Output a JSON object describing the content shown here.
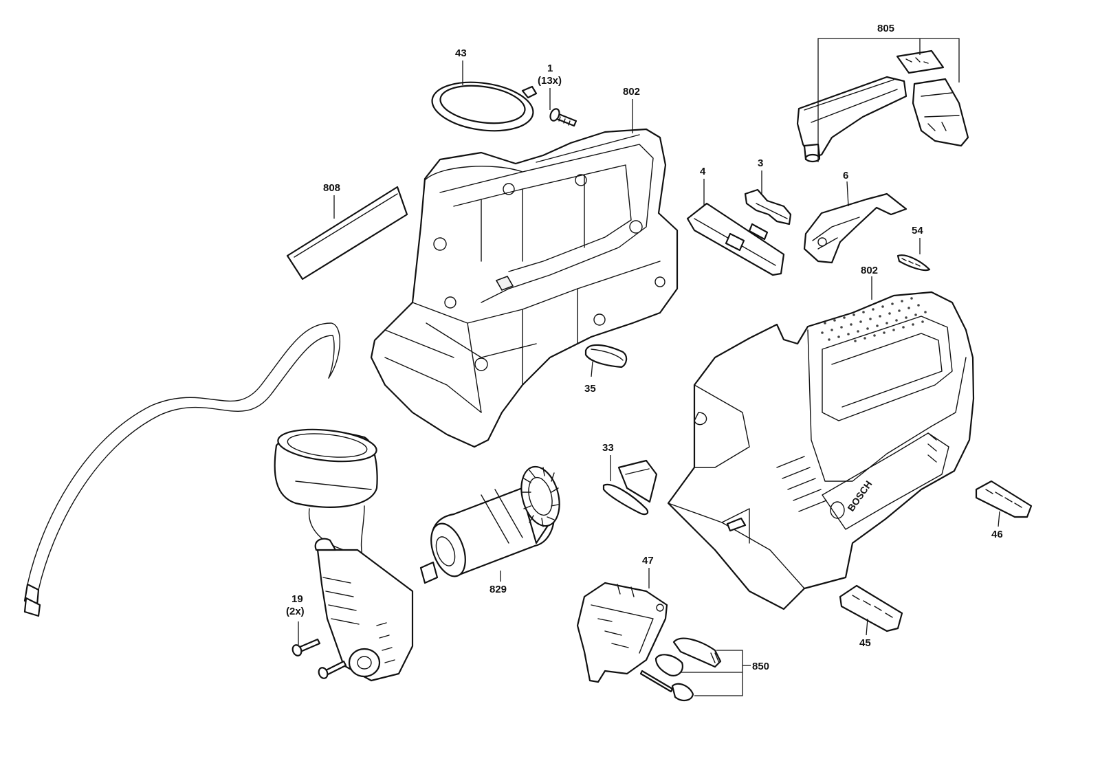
{
  "callouts": {
    "c1": "1",
    "c1_qty": "(13x)",
    "c3": "3",
    "c4": "4",
    "c6": "6",
    "c19": "19",
    "c19_qty": "(2x)",
    "c33": "33",
    "c35": "35",
    "c43": "43",
    "c45": "45",
    "c46": "46",
    "c47": "47",
    "c54": "54",
    "c802_left": "802",
    "c802_right": "802",
    "c805": "805",
    "c808": "808",
    "c829": "829",
    "c850": "850"
  },
  "brand_mark": "BOSCH",
  "colors": {
    "line": "#111111",
    "fill": "#ffffff",
    "shade": "#f1f1f1"
  }
}
